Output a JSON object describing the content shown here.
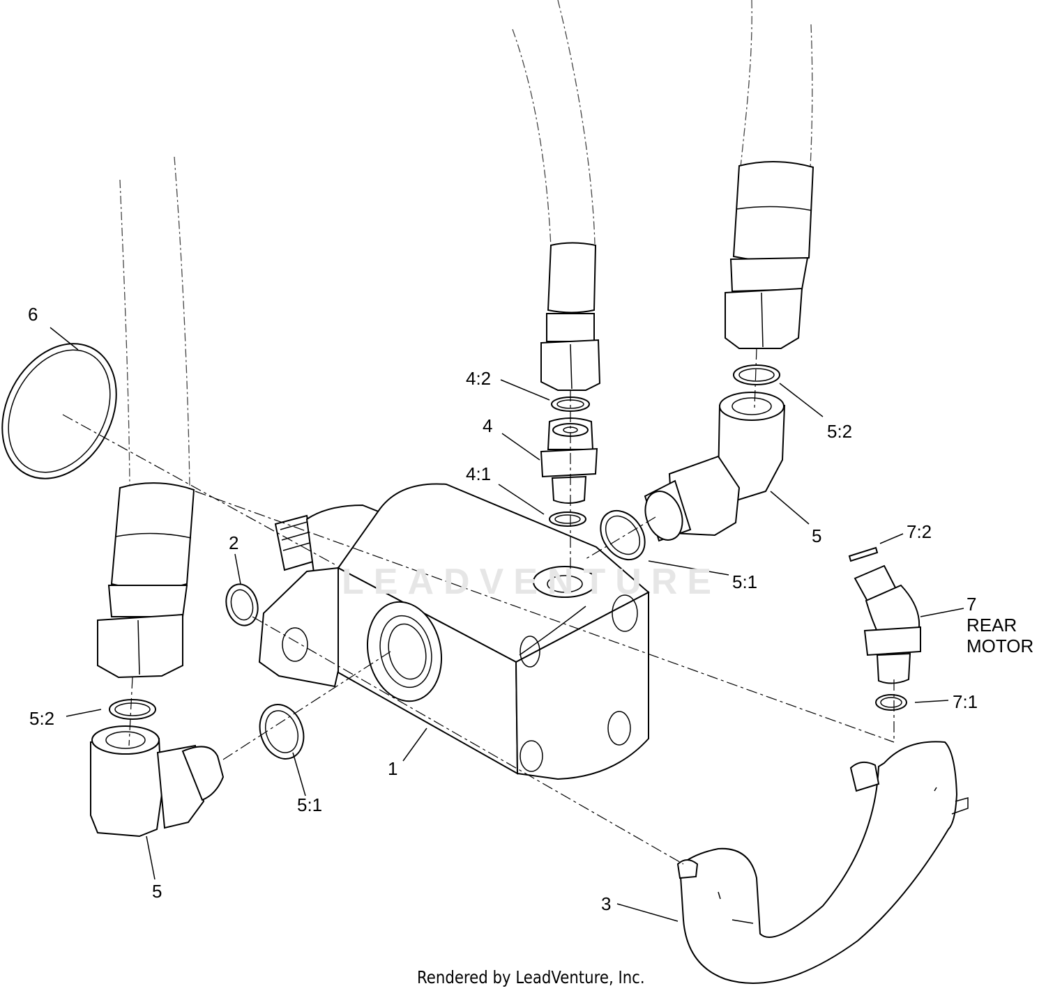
{
  "labels": {
    "l6": "6",
    "l4_2": "4:2",
    "l4": "4",
    "l4_1": "4:1",
    "l5_2_right": "5:2",
    "l5_right": "5",
    "l5_1_right": "5:1",
    "l2": "2",
    "l7_2": "7:2",
    "l7": "7",
    "l7_text_1": "REAR",
    "l7_text_2": "MOTOR",
    "l7_1": "7:1",
    "l5_2_left": "5:2",
    "l1": "1",
    "l5_1_left": "5:1",
    "l5_left": "5",
    "l3": "3"
  },
  "watermark": "LEADVENTURE",
  "footer": "Rendered by LeadVenture, Inc.",
  "colors": {
    "line": "#000000",
    "watermark": "#e6e6e6",
    "background": "#ffffff"
  }
}
